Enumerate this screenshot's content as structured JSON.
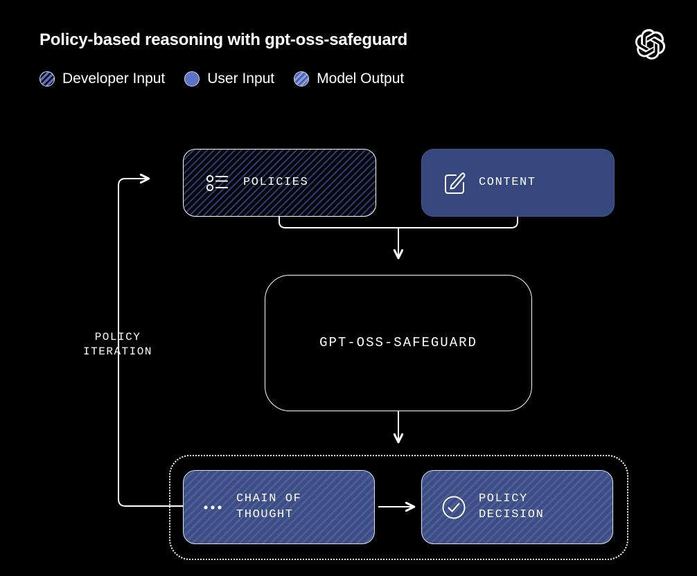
{
  "header": {
    "title": "Policy-based reasoning with gpt-oss-safeguard",
    "logo_icon": "openai-logo-icon"
  },
  "legend": {
    "items": [
      {
        "label": "Developer Input",
        "swatch": "hatched-dark-circle-icon",
        "color": "#5c72c4"
      },
      {
        "label": "User Input",
        "swatch": "solid-blue-circle-icon",
        "color": "#5c72c4"
      },
      {
        "label": "Model Output",
        "swatch": "hatched-blue-circle-icon",
        "color": "#4b5fae"
      }
    ]
  },
  "diagram": {
    "nodes": [
      {
        "id": "policies",
        "label": "POLICIES",
        "icon": "bulleted-list-icon",
        "style": "developer-input"
      },
      {
        "id": "content",
        "label": "CONTENT",
        "icon": "edit-square-icon",
        "style": "user-input"
      },
      {
        "id": "safeguard",
        "label": "GPT-OSS-SAFEGUARD",
        "icon": "none",
        "style": "model"
      },
      {
        "id": "chain-of-thought",
        "label": "CHAIN OF\nTHOUGHT",
        "icon": "ellipsis-icon",
        "style": "model-output"
      },
      {
        "id": "policy-decision",
        "label": "POLICY\nDECISION",
        "icon": "check-circle-icon",
        "style": "model-output"
      }
    ],
    "loop_label": "POLICY\nITERATION"
  },
  "colors": {
    "background": "#000000",
    "accent_blue": "#36477e",
    "stripe_blue": "#5c72c4",
    "stroke": "#ffffff"
  }
}
